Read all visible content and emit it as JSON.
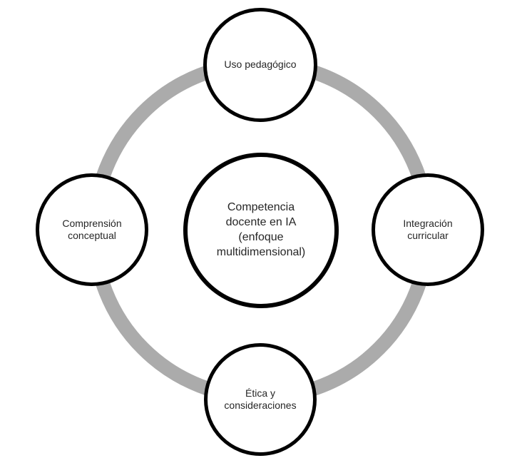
{
  "diagram": {
    "type": "cycle-diagram",
    "center_node": {
      "label": "Competencia\ndocente en IA\n(enfoque\nmultidimensional)"
    },
    "nodes": [
      {
        "id": "top",
        "label": "Uso pedagógico"
      },
      {
        "id": "right",
        "label": "Integración\ncurricular"
      },
      {
        "id": "bottom",
        "label": "Ética y\nconsideraciones"
      },
      {
        "id": "left",
        "label": "Comprensión\nconceptual"
      }
    ],
    "colors": {
      "ring": "#ababab",
      "node_border": "#000000",
      "node_fill": "#ffffff",
      "text": "#262626",
      "background": "#ffffff"
    }
  }
}
